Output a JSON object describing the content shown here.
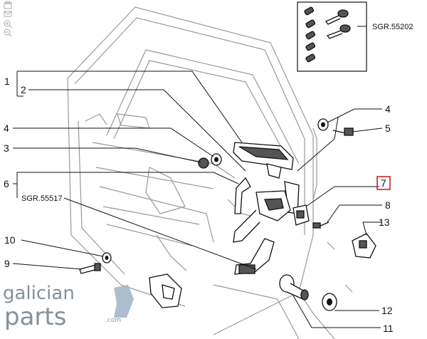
{
  "toolbar": {
    "icons": [
      "print-icon",
      "email-icon",
      "zoom-in-icon",
      "zoom-out-icon"
    ]
  },
  "callouts": {
    "n1": "1",
    "n2": "2",
    "n3": "3",
    "n4a": "4",
    "n4b": "4",
    "n5": "5",
    "n6": "6",
    "n7": "7",
    "n8": "8",
    "n9": "9",
    "n10": "10",
    "n11": "11",
    "n12": "12",
    "n13": "13"
  },
  "refs": {
    "sgr_top": "SGR.55202",
    "sgr_left": "SGR.55517"
  },
  "watermark": {
    "line1": "galician",
    "line2": "parts",
    "suffix": ".com"
  },
  "colors": {
    "highlight_box": "#cc2222",
    "watermark": "#6c7f8c",
    "watermark_accent": "#9fb4c6"
  }
}
